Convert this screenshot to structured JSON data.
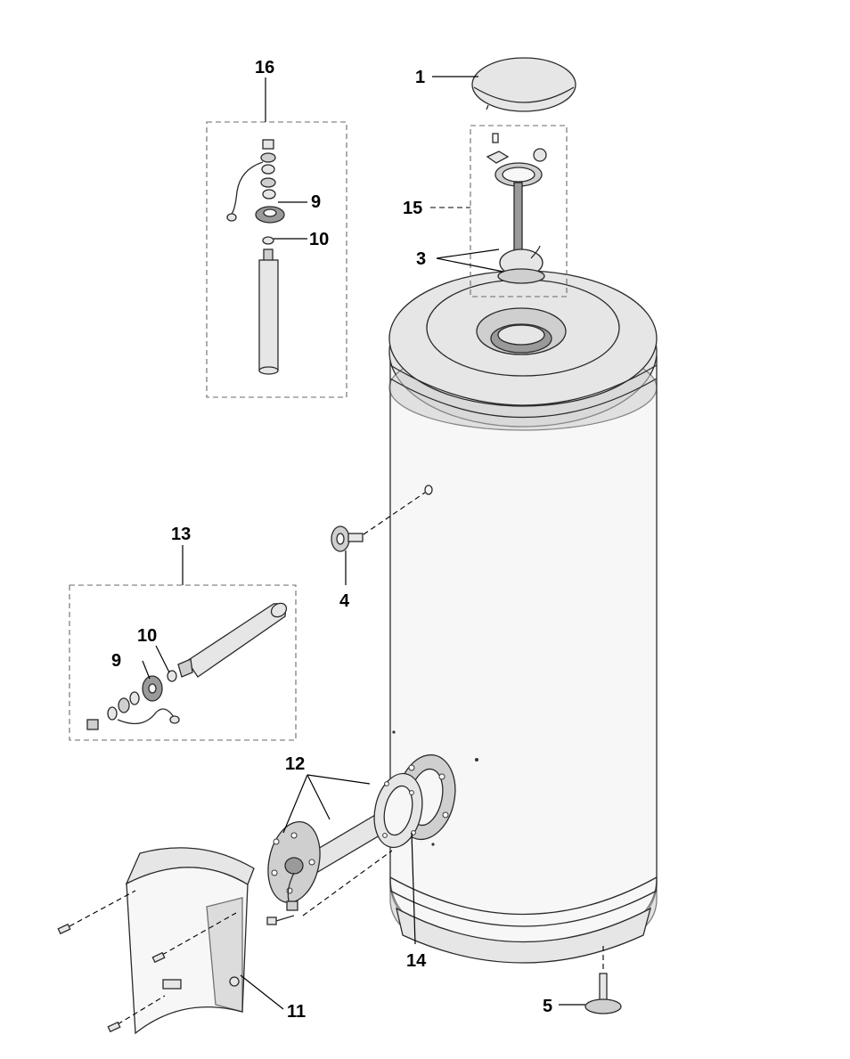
{
  "labels": {
    "lbl_1": "1",
    "lbl_3": "3",
    "lbl_4": "4",
    "lbl_5": "5",
    "lbl_9a": "9",
    "lbl_9b": "9",
    "lbl_10a": "10",
    "lbl_10b": "10",
    "lbl_11": "11",
    "lbl_12": "12",
    "lbl_13": "13",
    "lbl_14": "14",
    "lbl_15": "15",
    "lbl_16": "16"
  }
}
